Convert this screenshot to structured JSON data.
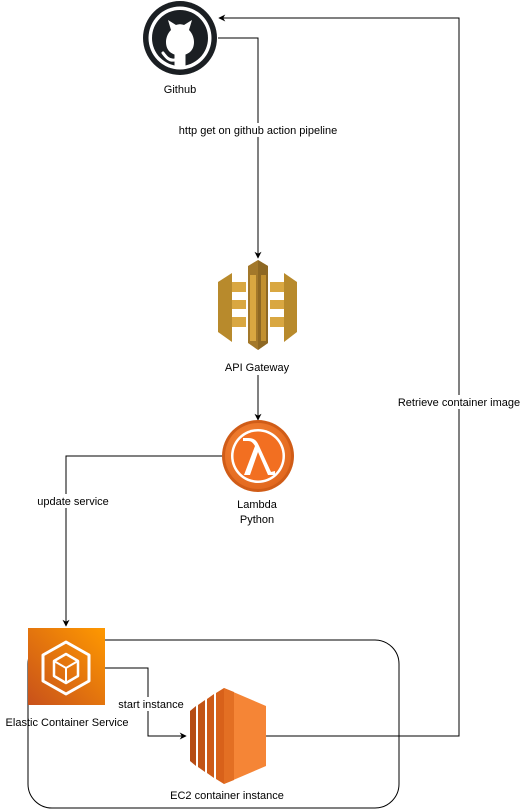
{
  "nodes": {
    "github": {
      "label": "Github",
      "icon": "github-icon"
    },
    "api_gateway": {
      "label": "API Gateway",
      "icon": "api-gateway-icon"
    },
    "lambda": {
      "label_line1": "Lambda",
      "label_line2": "Python",
      "icon": "lambda-icon"
    },
    "ecs": {
      "label": "Elastic Container Service",
      "icon": "ecs-icon"
    },
    "ec2": {
      "label": "EC2 container instance",
      "icon": "ec2-icon"
    }
  },
  "edges": {
    "github_to_api": "http get on github action pipeline",
    "lambda_to_ecs": "update service",
    "ecs_to_ec2": "start instance",
    "ec2_to_github": "Retrieve container image"
  },
  "colors": {
    "github_dark": "#1b1f23",
    "api_gold_light": "#d9a741",
    "api_gold_dark": "#a3782a",
    "lambda_orange_light": "#f58536",
    "lambda_orange_dark": "#d05c17",
    "ecs_orange_light": "#f78e04",
    "ecs_orange_dark": "#d05c17",
    "ec2_orange_light": "#f58536",
    "ec2_orange_dark": "#d05c17",
    "line": "#000000"
  }
}
